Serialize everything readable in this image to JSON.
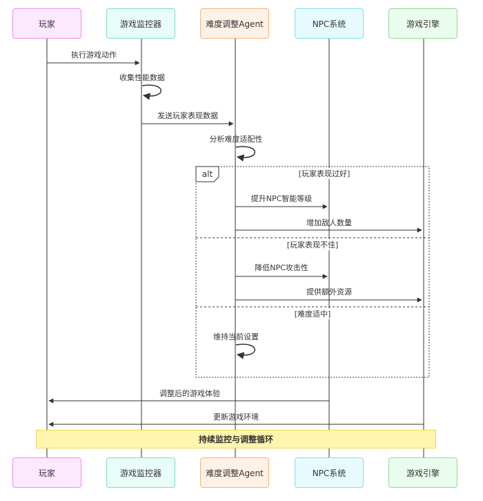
{
  "actors": [
    {
      "id": "player",
      "label": "玩家",
      "fill": "#fde9ff",
      "stroke": "#e88ef0"
    },
    {
      "id": "monitor",
      "label": "游戏监控器",
      "fill": "#e8fcf8",
      "stroke": "#7fdccb"
    },
    {
      "id": "agent",
      "label": "难度调整Agent",
      "fill": "#fff1e6",
      "stroke": "#f3b27a"
    },
    {
      "id": "npc",
      "label": "NPC系统",
      "fill": "#e7fbff",
      "stroke": "#7ee0f2"
    },
    {
      "id": "engine",
      "label": "游戏引擎",
      "fill": "#eafcec",
      "stroke": "#8fdc98"
    }
  ],
  "messages": [
    {
      "label": "执行游戏动作"
    },
    {
      "label": "收集性能数据"
    },
    {
      "label": "发送玩家表现数据"
    },
    {
      "label": "分析难度适配性"
    },
    {
      "label": "提升NPC智能等级"
    },
    {
      "label": "增加敌人数量"
    },
    {
      "label": "降低NPC攻击性"
    },
    {
      "label": "提供额外资源"
    },
    {
      "label": "维持当前设置"
    },
    {
      "label": "调整后的游戏体验"
    },
    {
      "label": "更新游戏环境"
    }
  ],
  "alt": {
    "tag": "alt",
    "conditions": [
      "[玩家表现过好]",
      "[玩家表现不佳]",
      "[难度适中]"
    ]
  },
  "note": {
    "label": "持续监控与调整循环"
  }
}
